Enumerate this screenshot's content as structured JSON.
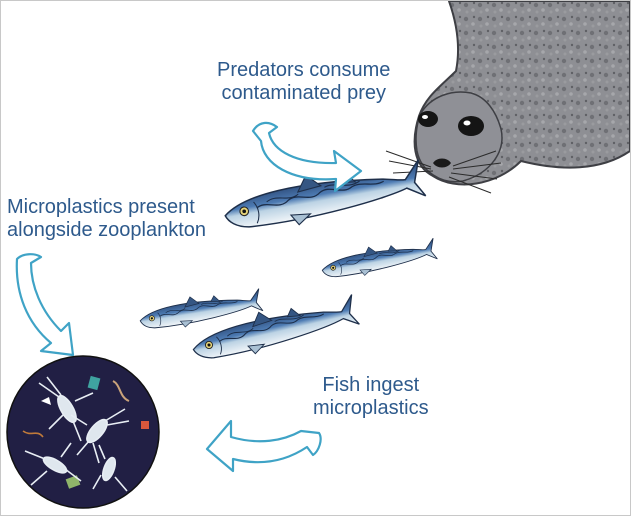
{
  "labels": {
    "predators": [
      "Predators consume",
      "contaminated prey"
    ],
    "microplastics": [
      "Microplastics present",
      "alongside zooplankton"
    ],
    "fish": [
      "Fish ingest",
      "microplastics"
    ]
  },
  "icons": [
    "seal-illustration",
    "fish-illustration",
    "zooplankton-sample-circle",
    "curved-arrow-icon"
  ],
  "colors": {
    "text": "#2e5a8c",
    "arrow_stroke": "#3fa3c6",
    "seal_body": "#8c8d92",
    "fish_back": "#2f4f7c",
    "fish_belly": "#e6eef4",
    "circle_bg": "#1f1d42"
  }
}
